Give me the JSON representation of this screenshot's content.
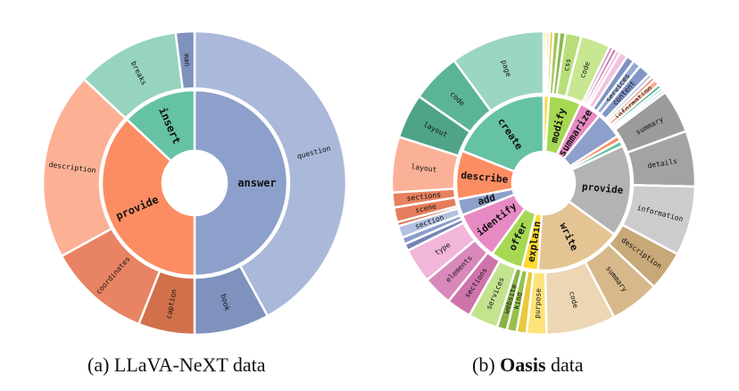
{
  "chart_data": [
    {
      "type": "sunburst",
      "caption": {
        "prefix": "(a) LLaVA-NeXT data",
        "bold": "",
        "suffix": ""
      },
      "inner": [
        {
          "label": "answer",
          "value": 50,
          "color": "#8da0cb"
        },
        {
          "label": "provide",
          "value": 37,
          "color": "#fc8d62"
        },
        {
          "label": "insert",
          "value": 13,
          "color": "#66c2a5"
        }
      ],
      "outer": [
        {
          "label": "question",
          "value": 42,
          "color": "#aab8da"
        },
        {
          "label": "book",
          "value": 8,
          "color": "#7f91bd"
        },
        {
          "label": "caption",
          "value": 6,
          "color": "#d2704c"
        },
        {
          "label": "coordinates",
          "value": 11,
          "color": "#e88363"
        },
        {
          "label": "description",
          "value": 20,
          "color": "#fcb195"
        },
        {
          "label": "breaks",
          "value": 11,
          "color": "#96d4bd"
        },
        {
          "label": "man",
          "value": 2,
          "color": "#7f91bd"
        }
      ]
    },
    {
      "type": "sunburst",
      "caption": {
        "prefix": "(b) ",
        "bold": "Oasis",
        "suffix": " data"
      },
      "inner": [
        {
          "label": "",
          "value": 1,
          "color": "#f6d84c"
        },
        {
          "label": "modify",
          "value": 6,
          "color": "#a6d854"
        },
        {
          "label": "summarize",
          "value": 4,
          "color": "#e78ac3"
        },
        {
          "label": "",
          "value": 5,
          "color": "#8da0cb"
        },
        {
          "label": "",
          "value": 1,
          "color": "#fc8d62"
        },
        {
          "label": "",
          "value": 1,
          "color": "#66c2a5"
        },
        {
          "label": "provide",
          "value": 17,
          "color": "#b3b3b3"
        },
        {
          "label": "write",
          "value": 16,
          "color": "#e5c494"
        },
        {
          "label": "explain",
          "value": 3,
          "color": "#ffd92f"
        },
        {
          "label": "offer",
          "value": 6,
          "color": "#a6d854"
        },
        {
          "label": "identify",
          "value": 9,
          "color": "#e78ac3"
        },
        {
          "label": "add",
          "value": 3,
          "color": "#8da0cb"
        },
        {
          "label": "describe",
          "value": 9,
          "color": "#fc8d62"
        },
        {
          "label": "create",
          "value": 19,
          "color": "#66c2a5"
        }
      ],
      "outer": [
        {
          "label": "",
          "value": 0.3,
          "color": "#f5de75"
        },
        {
          "label": "",
          "value": 0.3,
          "color": "#efd060"
        },
        {
          "label": "",
          "value": 0.4,
          "color": "#e9c84a"
        },
        {
          "label": "",
          "value": 0.6,
          "color": "#9cc95a"
        },
        {
          "label": "",
          "value": 0.6,
          "color": "#88b84c"
        },
        {
          "label": "css",
          "value": 1.6,
          "color": "#b7de7a"
        },
        {
          "label": "code",
          "value": 3.0,
          "color": "#c8e793"
        },
        {
          "label": "",
          "value": 0.4,
          "color": "#d58dbb"
        },
        {
          "label": "",
          "value": 0.4,
          "color": "#c46ba3"
        },
        {
          "label": "",
          "value": 0.4,
          "color": "#f0b5dc"
        },
        {
          "label": "",
          "value": 0.8,
          "color": "#f3c2e1"
        },
        {
          "label": "",
          "value": 0.8,
          "color": "#7f93c0"
        },
        {
          "label": "services",
          "value": 0.8,
          "color": "#97a8d0"
        },
        {
          "label": "content",
          "value": 1.2,
          "color": "#8196c6"
        },
        {
          "label": "",
          "value": 0.4,
          "color": "#b2bde0"
        },
        {
          "label": "",
          "value": 0.4,
          "color": "#f38f6b"
        },
        {
          "label": "information",
          "value": 0.6,
          "color": "#fba98a"
        },
        {
          "label": "",
          "value": 0.4,
          "color": "#58b393"
        },
        {
          "label": "",
          "value": 0.3,
          "color": "#7fcdb0"
        },
        {
          "label": "",
          "value": 0.3,
          "color": "#a9dcc8"
        },
        {
          "label": "summary",
          "value": 4.4,
          "color": "#9b9b9b"
        },
        {
          "label": "details",
          "value": 5.6,
          "color": "#a3a3a3"
        },
        {
          "label": "information",
          "value": 7.0,
          "color": "#cccccc"
        },
        {
          "label": "description",
          "value": 4,
          "color": "#c8a878"
        },
        {
          "label": "summary",
          "value": 5,
          "color": "#d6b88a"
        },
        {
          "label": "code",
          "value": 7,
          "color": "#ecd6b4"
        },
        {
          "label": "purpose",
          "value": 2,
          "color": "#fde37a"
        },
        {
          "label": "",
          "value": 1,
          "color": "#e8c93d"
        },
        {
          "label": "kind",
          "value": 1,
          "color": "#96c04e"
        },
        {
          "label": "website",
          "value": 1,
          "color": "#88b246"
        },
        {
          "label": "services",
          "value": 3,
          "color": "#c4e38f"
        },
        {
          "label": "sections",
          "value": 2.5,
          "color": "#cf73ab"
        },
        {
          "label": "elements",
          "value": 3,
          "color": "#d988bb"
        },
        {
          "label": "type",
          "value": 3.5,
          "color": "#f1b6d9"
        },
        {
          "label": "",
          "value": 0.7,
          "color": "#7286b6"
        },
        {
          "label": "",
          "value": 0.7,
          "color": "#8a9ccb"
        },
        {
          "label": "section",
          "value": 1.2,
          "color": "#b3c0e0"
        },
        {
          "label": "",
          "value": 0.4,
          "color": "#d96c4a"
        },
        {
          "label": "scene",
          "value": 1.5,
          "color": "#e47d5c"
        },
        {
          "label": "sections",
          "value": 1.5,
          "color": "#e6805e"
        },
        {
          "label": "layout",
          "value": 5.6,
          "color": "#fbb198"
        },
        {
          "label": "layout",
          "value": 4.5,
          "color": "#4fa488"
        },
        {
          "label": "code",
          "value": 5,
          "color": "#5cb496"
        },
        {
          "label": "page",
          "value": 9.5,
          "color": "#9ad6c0"
        }
      ]
    }
  ]
}
